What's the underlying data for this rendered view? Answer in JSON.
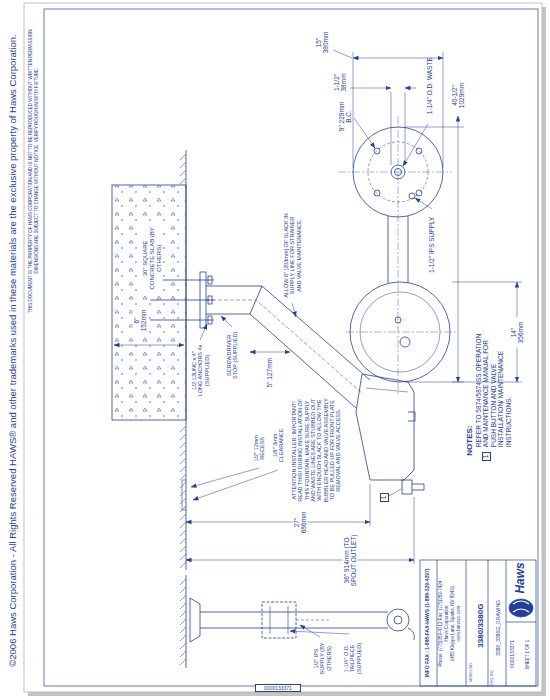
{
  "diagram": {
    "nodes": [
      {
        "text": [
          "1"
        ]
      },
      {
        "text": [
          "1"
        ]
      },
      {
        "text": [
          "0000133371"
        ]
      }
    ],
    "labels": [
      "THIS DOCUMENT IS THE PROPERTY OF HAWS CORPORATION AND IS NOT TO BE REPRODUCED WITHOUT WRITTEN PERMISSION.",
      "DIMENSIONS ARE SUBJECT TO CHANGE WITHOUT NOTICE. VERIFY ROUGH-IN WITH FIXTURE.",
      "©2006 Haws Corporation - All Rights Reserved  HAWS® and other trademarks used in these materials are the exclusive property of Haws Corporation.",
      "15\" 380mm",
      "1-1/2\" 38mm",
      "9\" 229mm B.C.",
      "1-1/4\" O.D. WASTE",
      "1-1/2\" IPS SUPPLY",
      "40-1/2\" 1029mm",
      "14\" 356mm",
      "ALLOW 8\" [203mm] OF SLACK IN SUPPLY LINE FOR STRAINER AND VALVE MAINTENANCE.",
      "5\" 127mm",
      "1/2-13UNC x 4\" LONG ANCHORS 4x (SUPPLIED)",
      "SCREWDRIVER STOP (SUPPLIED)",
      "30\" SQUARE CONCRETE SLAB (BY OTHERS)",
      "6\" 152mm",
      "ATTENTION INSTALLER: IMPORTANT! READ THIS! DURING INSTALLATION OF THIS FOUNTAIN, MAKE SURE SUPPLY AND WASTE LINES ARE STUBBED OUT WITH ENOUGH SLACK TO ALLOW THE BUBBLER HEAD AND VALVE ASSEMBLY TO BE PULLED UP FOR FRONT PLATE REMOVAL AND VALVE ACCESS.",
      "1/8\" 3mm CLEARANCE",
      "1/2\" 12mm RECESS",
      "27\" 686mm",
      "36\" 914mm (TO SPOUT OUTLET)",
      "NOTES:",
      "REFER TO 5874/5874SS OPERATION AND MAINTENANCE MANUAL FOR PUSH BUTTON AND VALVE INSTALLATION/ MAINTENANCE INSTRUCTIONS.",
      "1/2\" IPS SUPPLY (BY OTHERS)",
      "1-1/4\" O.D. TAILPIECE (SUPPLIED)",
      "INFO FAX : 1-888-FAX-HAWS (1-888-329-4297)",
      "Phone: (775)359-4712  Fax: (775)359-7424",
      "Haws Corporation",
      "1455 Kleppe Lane, Sparks, NV 89431",
      "www.hawsco.com",
      "MODEL NO.",
      "3380/3380G",
      "DWG. NO.",
      "3380_3380G_DRAWING",
      "0000133371",
      "SHEET 1 OF 1",
      "Haws"
    ]
  }
}
